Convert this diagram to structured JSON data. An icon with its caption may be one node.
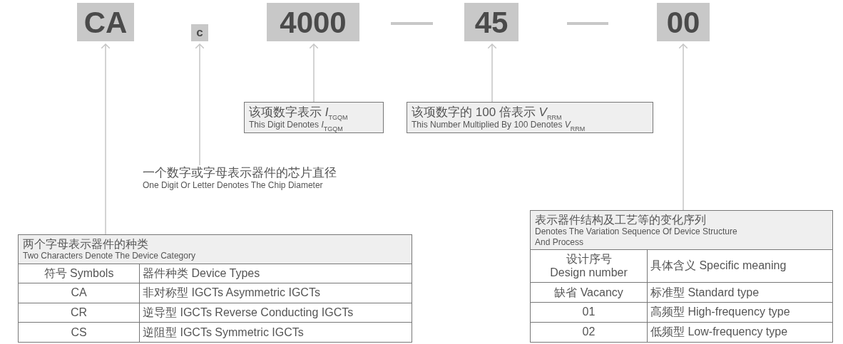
{
  "diagram": {
    "nodes": [
      {
        "text": [
          "CA"
        ]
      },
      {
        "text": [
          "c"
        ]
      },
      {
        "text": [
          "4000"
        ]
      },
      {
        "text": [
          "45"
        ]
      },
      {
        "text": [
          "00"
        ]
      },
      {
        "text": [
          "该项数字表示 *I*$_{TGQM}$",
          "This Digit Denotes *I*$_{TGQM}$"
        ]
      },
      {
        "text": [
          "该项数字的 100 倍表示 *V*$_{RRM}$",
          "This Number Multiplied By 100 Denotes *V*$_{RRM}$"
        ]
      },
      {
        "text": [
          "一个数字或字母表示器件的芯片直径",
          "One Digit Or Letter Denotes The Chip Diameter"
        ]
      },
      {
        "text": [
          "两个字母表示器件的种类",
          "Two Characters Denote The Device Category"
        ]
      },
      {
        "text": [
          "符号 Symbols"
        ],
        "in": 8
      },
      {
        "text": [
          "器件种类 Device Types"
        ],
        "in": 8
      },
      {
        "text": [
          "CA"
        ],
        "in": 8
      },
      {
        "text": [
          "非对称型 IGCTs Asymmetric IGCTs"
        ],
        "in": 8
      },
      {
        "text": [
          "CR"
        ],
        "in": 8
      },
      {
        "text": [
          "逆导型 IGCTs Reverse Conducting IGCTs"
        ],
        "in": 8
      },
      {
        "text": [
          "CS"
        ],
        "in": 8
      },
      {
        "text": [
          "逆阻型 IGCTs Symmetric IGCTs"
        ],
        "in": 8
      },
      {
        "text": [
          "表示器件结构及工艺等的变化序列",
          "Denotes The Variation Sequence Of Device Structure And Process"
        ]
      },
      {
        "text": [
          "设计序号",
          "Design number"
        ],
        "in": 17
      },
      {
        "text": [
          "具体含义 Specific meaning"
        ],
        "in": 17
      },
      {
        "text": [
          "缺省 Vacancy"
        ],
        "in": 17
      },
      {
        "text": [
          "标准型 Standard type"
        ],
        "in": 17
      },
      {
        "text": [
          "01"
        ],
        "in": 17
      },
      {
        "text": [
          "高频型 High-frequency type"
        ],
        "in": 17
      },
      {
        "text": [
          "02"
        ],
        "in": 17
      },
      {
        "text": [
          "低频型 Low-frequency type"
        ],
        "in": 17
      }
    ],
    "edges": [
      {
        "from": 8,
        "to": 0,
        "arrow": "to"
      },
      {
        "from": 7,
        "to": 1,
        "arrow": "to"
      },
      {
        "from": 5,
        "to": 2,
        "arrow": "to"
      },
      {
        "from": 6,
        "to": 3,
        "arrow": "to"
      },
      {
        "from": 17,
        "to": 4,
        "arrow": "to"
      }
    ]
  }
}
